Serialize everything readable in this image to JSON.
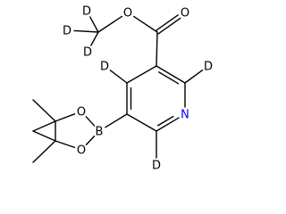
{
  "diagram": {
    "type": "chemical-structure",
    "atoms": [
      {
        "id": "o_carbonyl",
        "symbol": "O"
      },
      {
        "id": "o_ester",
        "symbol": "O"
      },
      {
        "id": "c_methyl",
        "symbol": ""
      },
      {
        "id": "d_methyl_1",
        "symbol": "D"
      },
      {
        "id": "d_methyl_2",
        "symbol": "D"
      },
      {
        "id": "d_methyl_3",
        "symbol": "D"
      },
      {
        "id": "c_carbonyl",
        "symbol": ""
      },
      {
        "id": "c3",
        "symbol": ""
      },
      {
        "id": "c2",
        "symbol": ""
      },
      {
        "id": "d_c2",
        "symbol": "D"
      },
      {
        "id": "n1",
        "symbol": "N"
      },
      {
        "id": "c6",
        "symbol": ""
      },
      {
        "id": "d_c6",
        "symbol": "D"
      },
      {
        "id": "c5",
        "symbol": ""
      },
      {
        "id": "c4",
        "symbol": ""
      },
      {
        "id": "d_c4",
        "symbol": "D"
      },
      {
        "id": "b",
        "symbol": "B"
      },
      {
        "id": "o_bpin_1",
        "symbol": "O"
      },
      {
        "id": "o_bpin_2",
        "symbol": "O"
      },
      {
        "id": "c_pin_1",
        "symbol": ""
      },
      {
        "id": "c_pin_2",
        "symbol": ""
      },
      {
        "id": "me_1",
        "symbol": ""
      },
      {
        "id": "me_2",
        "symbol": ""
      },
      {
        "id": "me_3",
        "symbol": ""
      },
      {
        "id": "me_4",
        "symbol": ""
      }
    ],
    "bonds": [
      {
        "from": "c_carbonyl",
        "to": "o_carbonyl",
        "order": 2
      },
      {
        "from": "c_carbonyl",
        "to": "o_ester",
        "order": 1
      },
      {
        "from": "o_ester",
        "to": "c_methyl",
        "order": 1
      },
      {
        "from": "c_methyl",
        "to": "d_methyl_1",
        "order": 1
      },
      {
        "from": "c_methyl",
        "to": "d_methyl_2",
        "order": 1
      },
      {
        "from": "c_methyl",
        "to": "d_methyl_3",
        "order": 1
      },
      {
        "from": "c_carbonyl",
        "to": "c3",
        "order": 1
      },
      {
        "from": "c3",
        "to": "c2",
        "order": 2
      },
      {
        "from": "c2",
        "to": "n1",
        "order": 1
      },
      {
        "from": "c2",
        "to": "d_c2",
        "order": 1
      },
      {
        "from": "n1",
        "to": "c6",
        "order": 2
      },
      {
        "from": "c6",
        "to": "d_c6",
        "order": 1
      },
      {
        "from": "c6",
        "to": "c5",
        "order": 1
      },
      {
        "from": "c5",
        "to": "c4",
        "order": 2
      },
      {
        "from": "c4",
        "to": "d_c4",
        "order": 1
      },
      {
        "from": "c4",
        "to": "c3",
        "order": 1
      },
      {
        "from": "c5",
        "to": "b",
        "order": 1
      },
      {
        "from": "b",
        "to": "o_bpin_1",
        "order": 1
      },
      {
        "from": "b",
        "to": "o_bpin_2",
        "order": 1
      },
      {
        "from": "o_bpin_1",
        "to": "c_pin_1",
        "order": 1
      },
      {
        "from": "o_bpin_2",
        "to": "c_pin_2",
        "order": 1
      },
      {
        "from": "c_pin_1",
        "to": "c_pin_2",
        "order": 1
      },
      {
        "from": "c_pin_1",
        "to": "me_1",
        "order": 1
      },
      {
        "from": "c_pin_1",
        "to": "me_2",
        "order": 1
      },
      {
        "from": "c_pin_2",
        "to": "me_3",
        "order": 1
      },
      {
        "from": "c_pin_2",
        "to": "me_4",
        "order": 1
      }
    ]
  }
}
